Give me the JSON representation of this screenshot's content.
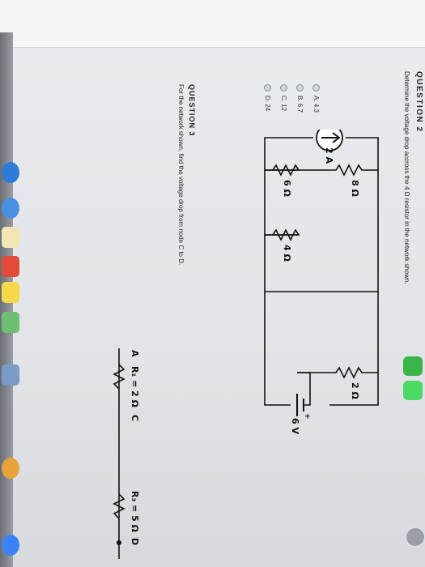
{
  "question2": {
    "title": "QUESTION 2",
    "text": "Determine the voltage drop accross the 4 Ω resistor in the network shown.",
    "options": [
      "A. 4.3",
      "B. 6.7",
      "C. 12",
      "D. 24"
    ]
  },
  "circuit": {
    "source_current": "2 A",
    "r_top": "8 Ω",
    "r_mid": "4 Ω",
    "r_bottom": "6 Ω",
    "r_right": "2 Ω",
    "battery": "6 V",
    "battery_plus": "+"
  },
  "question3": {
    "title": "QUESTION 3",
    "text": "For the network shown, find the voltage drop from node C to D.",
    "node_a": "A",
    "r1": "R₁ = 2 Ω",
    "node_c": "C",
    "r3": "R₃ = 5 Ω",
    "node_d": "D"
  },
  "colors": {
    "wire": "#111111",
    "page": "#e6e8eb",
    "dock": "#7d8187"
  }
}
